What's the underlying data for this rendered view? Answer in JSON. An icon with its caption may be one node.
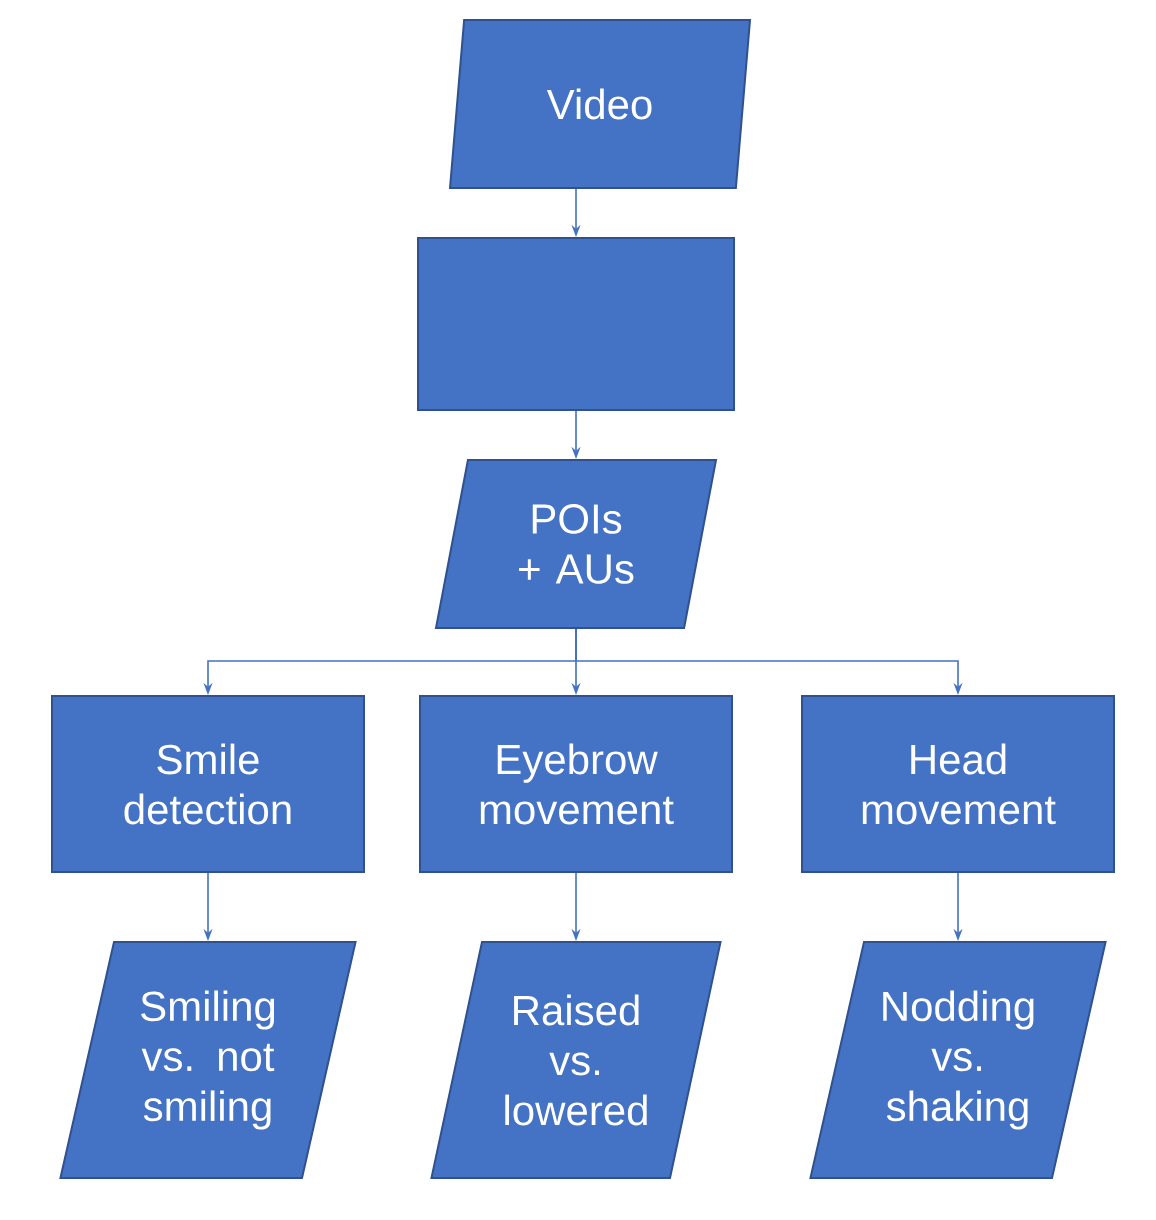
{
  "diagram": {
    "nodes": [
      {
        "text": [
          "Video"
        ]
      },
      {
        "text": [],
        "shape": "box"
      },
      {
        "text": [
          "POIs + AUs"
        ]
      },
      {
        "text": [
          "Smile detection"
        ]
      },
      {
        "text": [
          "Eyebrow movement"
        ]
      },
      {
        "text": [
          "Head movement"
        ]
      },
      {
        "text": [
          "Smiling vs. not smiling"
        ]
      },
      {
        "text": [
          "Raised vs. lowered"
        ]
      },
      {
        "text": [
          "Nodding vs. shaking"
        ]
      }
    ],
    "edges": [
      {
        "from": 0,
        "to": 1,
        "arrow": "to"
      },
      {
        "from": 1,
        "to": 2,
        "arrow": "to"
      },
      {
        "from": 2,
        "to": 3,
        "arrow": "to"
      },
      {
        "from": 2,
        "to": 4,
        "arrow": "to"
      },
      {
        "from": 2,
        "to": 5,
        "arrow": "to"
      },
      {
        "from": 3,
        "to": 6,
        "arrow": "to"
      },
      {
        "from": 4,
        "to": 7,
        "arrow": "to"
      },
      {
        "from": 5,
        "to": 8,
        "arrow": "to"
      }
    ]
  }
}
